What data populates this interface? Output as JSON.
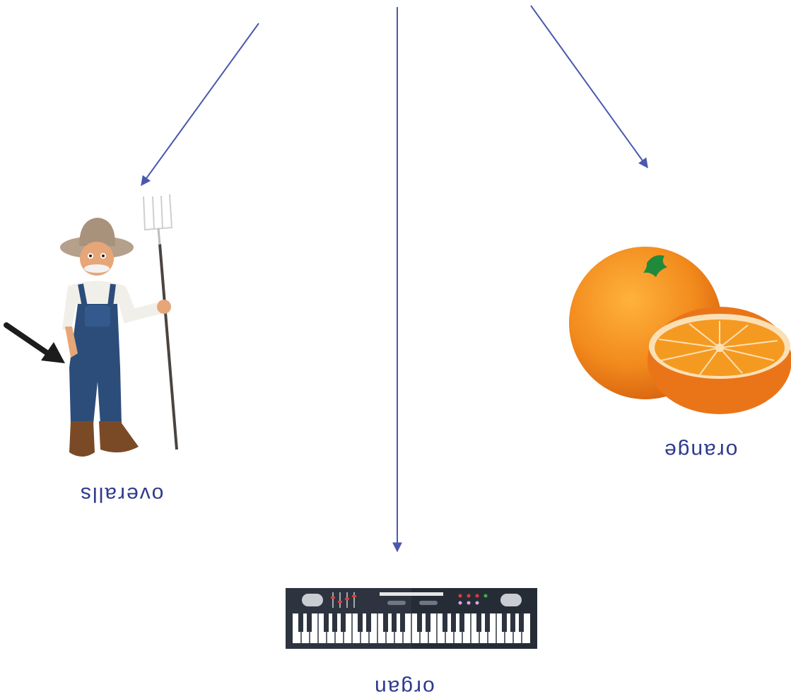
{
  "words": {
    "overalls": "overalls",
    "orange": "orange",
    "organ": "organ"
  },
  "icons": {
    "farmer": "farmer-in-overalls-icon",
    "orange": "orange-fruit-icon",
    "organ": "keyboard-organ-icon",
    "pointer": "black-arrow-icon"
  },
  "colors": {
    "ink": "#2f3a8f",
    "arrow": "#4a58b0",
    "orange": "#f28b1d",
    "orange_dark": "#e06a12",
    "overalls": "#2c4d7a",
    "hat": "#b5a08c",
    "boots": "#7a4a26",
    "keyboard": "#2d3440"
  }
}
